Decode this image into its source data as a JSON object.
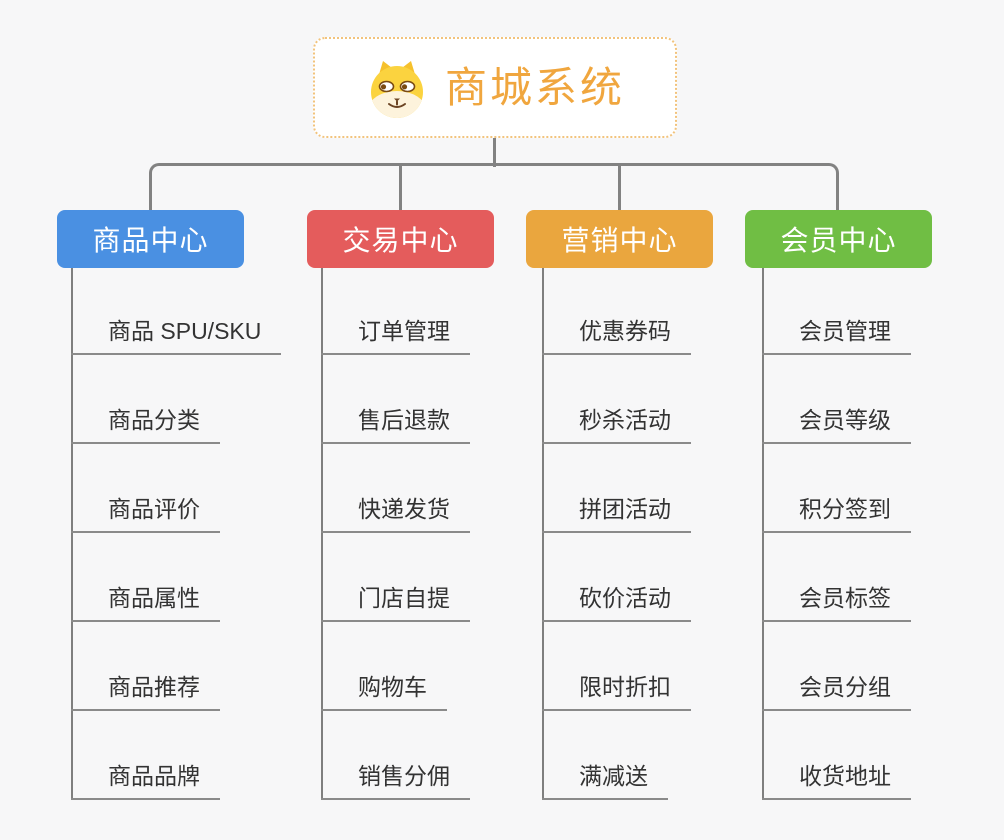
{
  "root": {
    "title": "商城系统",
    "icon": "dog-face-icon"
  },
  "branches": [
    {
      "id": "product",
      "label": "商品中心",
      "color": "#4a90e2",
      "children": [
        "商品 SPU/SKU",
        "商品分类",
        "商品评价",
        "商品属性",
        "商品推荐",
        "商品品牌"
      ]
    },
    {
      "id": "trade",
      "label": "交易中心",
      "color": "#e45c5c",
      "children": [
        "订单管理",
        "售后退款",
        "快递发货",
        "门店自提",
        "购物车",
        "销售分佣"
      ]
    },
    {
      "id": "marketing",
      "label": "营销中心",
      "color": "#eaa63e",
      "children": [
        "优惠券码",
        "秒杀活动",
        "拼团活动",
        "砍价活动",
        "限时折扣",
        "满减送"
      ]
    },
    {
      "id": "member",
      "label": "会员中心",
      "color": "#70be44",
      "children": [
        "会员管理",
        "会员等级",
        "积分签到",
        "会员标签",
        "会员分组",
        "收货地址"
      ]
    }
  ],
  "colors": {
    "background": "#f7f7f8",
    "root_title": "#f0a63e",
    "root_border": "#f2c37c",
    "connector": "#828282",
    "underline": "#8a8a8a",
    "child_text": "#333333"
  }
}
